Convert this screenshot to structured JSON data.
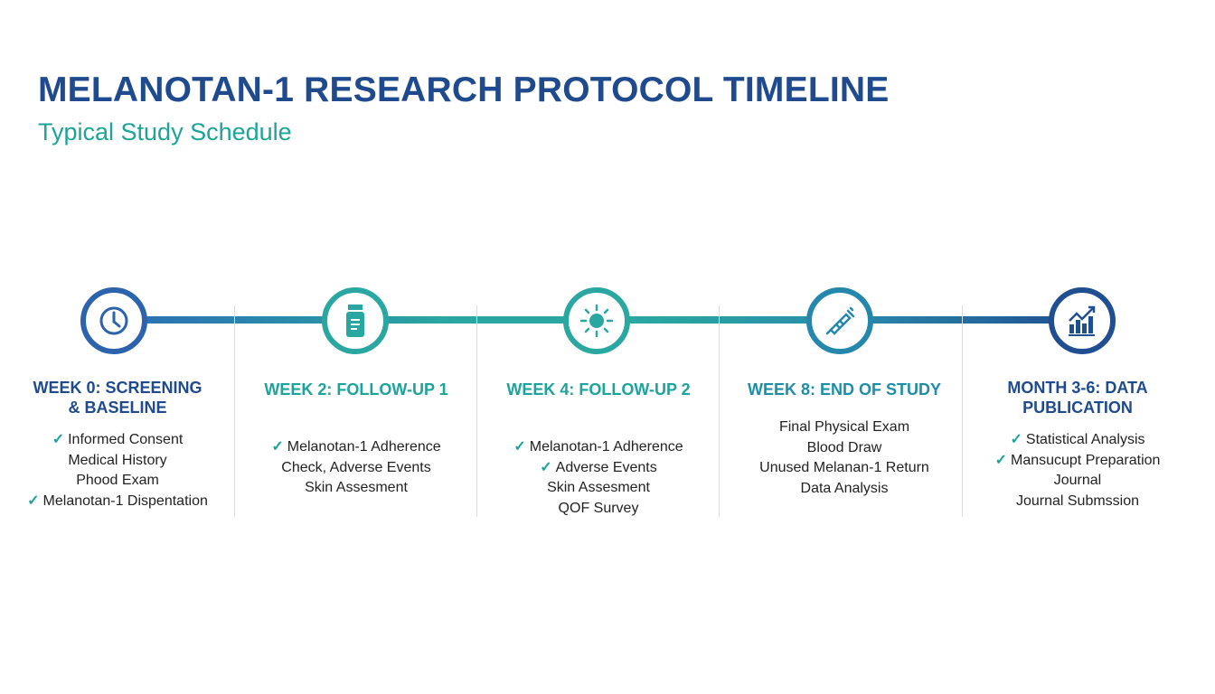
{
  "header": {
    "title": "MELANOTAN-1 RESEARCH PROTOCOL TIMELINE",
    "subtitle": "Typical Study Schedule"
  },
  "colors": {
    "navy": "#1f4b8e",
    "teal": "#1ca39a",
    "blue": "#2c6db5"
  },
  "stages": [
    {
      "icon": "clock-icon",
      "color": "#2c63ad",
      "title_lines": [
        "WEEK 0: SCREENING",
        "& BASELINE"
      ],
      "title_color": "#1f4b8e",
      "items": [
        {
          "text": "Informed Consent",
          "check": true
        },
        {
          "text": "Medical History",
          "check": false
        },
        {
          "text": "Phood Exam",
          "check": false
        },
        {
          "text": "Melanotan-1 Dispentation",
          "check": true
        }
      ]
    },
    {
      "icon": "vial-icon",
      "color": "#2aa7a0",
      "title_lines": [
        "WEEK 2: FOLLOW-UP 1"
      ],
      "title_color": "#1ca39a",
      "items": [
        {
          "text": "Melanotan-1 Adherence",
          "check": true
        },
        {
          "text": "Check, Adverse Events",
          "check": false
        },
        {
          "text": "Skin Assesment",
          "check": false
        }
      ]
    },
    {
      "icon": "sun-icon",
      "color": "#2aa7a0",
      "title_lines": [
        "WEEK 4: FOLLOW-UP 2"
      ],
      "title_color": "#1ca39a",
      "items": [
        {
          "text": "Melanotan-1 Adherence",
          "check": true
        },
        {
          "text": "Adverse Events",
          "check": true
        },
        {
          "text": "Skin Assesment",
          "check": false
        },
        {
          "text": "QOF Survey",
          "check": false
        }
      ]
    },
    {
      "icon": "syringe-icon",
      "color": "#2587ab",
      "title_lines": [
        "WEEK 8: END OF STUDY"
      ],
      "title_color": "#1c8fa6",
      "items": [
        {
          "text": "Final Physical Exam",
          "check": false
        },
        {
          "text": "Blood Draw",
          "check": false
        },
        {
          "text": "Unused Melanan-1 Return",
          "check": false
        },
        {
          "text": "Data Analysis",
          "check": false
        }
      ]
    },
    {
      "icon": "bar-chart-icon",
      "color": "#1f4f91",
      "title_lines": [
        "MONTH 3-6: DATA",
        "PUBLICATION"
      ],
      "title_color": "#1f4b8e",
      "items": [
        {
          "text": "Statistical Analysis",
          "check": true
        },
        {
          "text": "Mansucupt Preparation",
          "check": true
        },
        {
          "text": "Journal",
          "check": false
        },
        {
          "text": "Journal Submssion",
          "check": false
        }
      ]
    }
  ]
}
